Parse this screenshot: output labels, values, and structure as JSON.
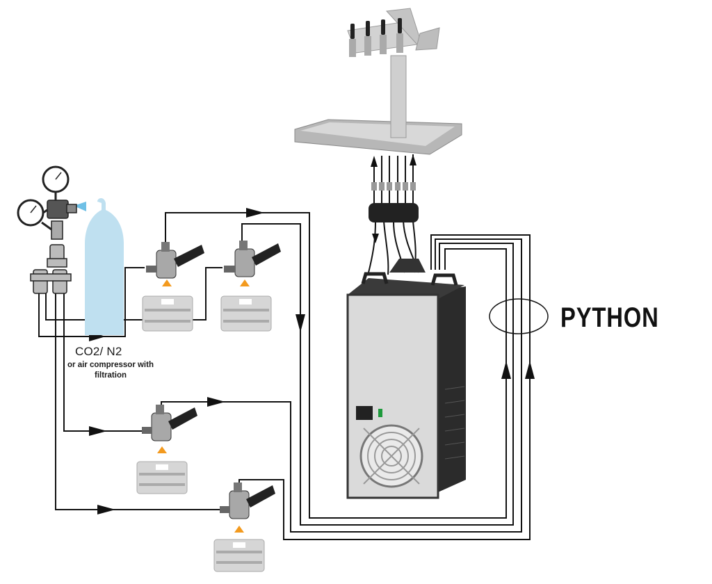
{
  "labels": {
    "gas_source": "CO2/ N2",
    "gas_source_note": "or air compressor with filtration",
    "python": "PYTHON"
  },
  "components": {
    "tap_tower_faucets": 4,
    "kegs": 4,
    "gauges": 2
  },
  "colors": {
    "line": "#111111",
    "gas_cylinder": "#bfe0f0",
    "cooler_front": "#dadada",
    "cooler_side": "#2b2b2b",
    "keg": "#d6d6d6",
    "coupler_arrow": "#f39a1e",
    "tower": "#cfcfcf",
    "drip_tray": "#b7b7b7"
  },
  "icons": {
    "gauge": "pressure-gauge-icon",
    "flow_arrow": "flow-arrow-icon",
    "fan": "fan-icon",
    "coupler": "keg-coupler-icon"
  }
}
